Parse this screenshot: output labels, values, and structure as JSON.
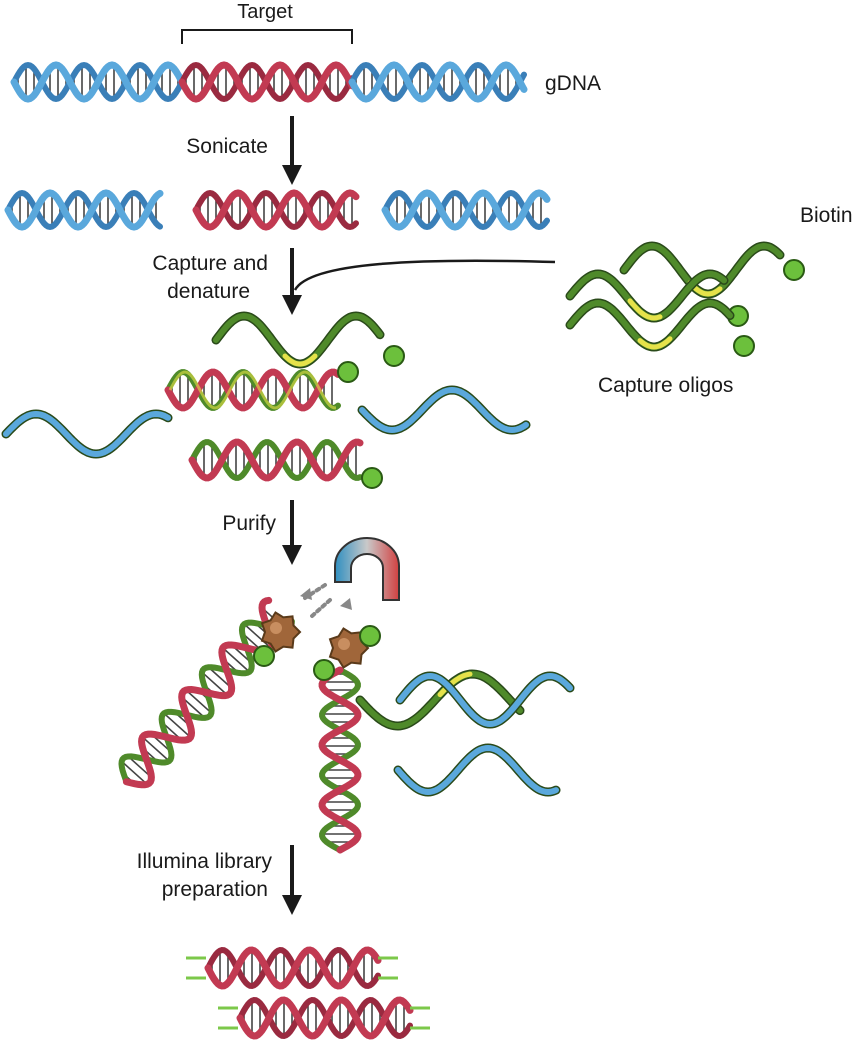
{
  "labels": {
    "target": "Target",
    "gdna": "gDNA",
    "sonicate": "Sonicate",
    "capture_line1": "Capture and",
    "capture_line2": "denature",
    "biotin": "Biotin",
    "capture_oligos": "Capture oligos",
    "purify": "Purify",
    "illumina_line1": "Illumina library",
    "illumina_line2": "preparation"
  },
  "colors": {
    "blue_dna": "#5aa8dc",
    "red_dna": "#c23a52",
    "green_oligo": "#4f8a2a",
    "yellow_highlight": "#e6e24a",
    "biotin_dot": "#6cc03c",
    "bead": "#a0663a",
    "magnet_blue": "#2f8fc0",
    "magnet_red": "#d24040",
    "adapter_green": "#7cc84a",
    "arrow": "#1a1a1a"
  }
}
